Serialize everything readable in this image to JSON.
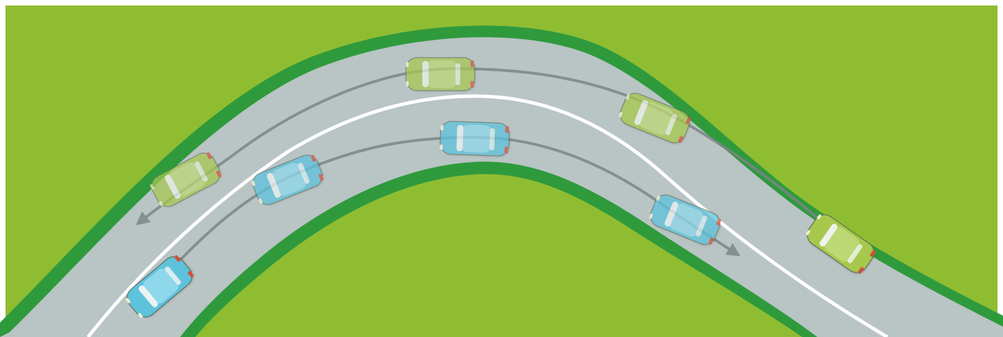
{
  "colors": {
    "grass": "#8fbd32",
    "grass_shade": "#7fae28",
    "verge": "#2f9a3c",
    "road": "#b9c4c4",
    "centre_line": "#ffffff",
    "path_line": "#7b8686",
    "green_car_body": "#a6c84c",
    "green_car_roof": "#bcd874",
    "blue_car_body": "#5ec2dc",
    "blue_car_roof": "#8fd8ec",
    "tail_light": "#d4503a",
    "window": "#f2f6f2"
  },
  "scene": {
    "outer_lane_direction": "left",
    "inner_lane_direction": "right",
    "green_car_frames": 4,
    "blue_car_frames": 4
  }
}
